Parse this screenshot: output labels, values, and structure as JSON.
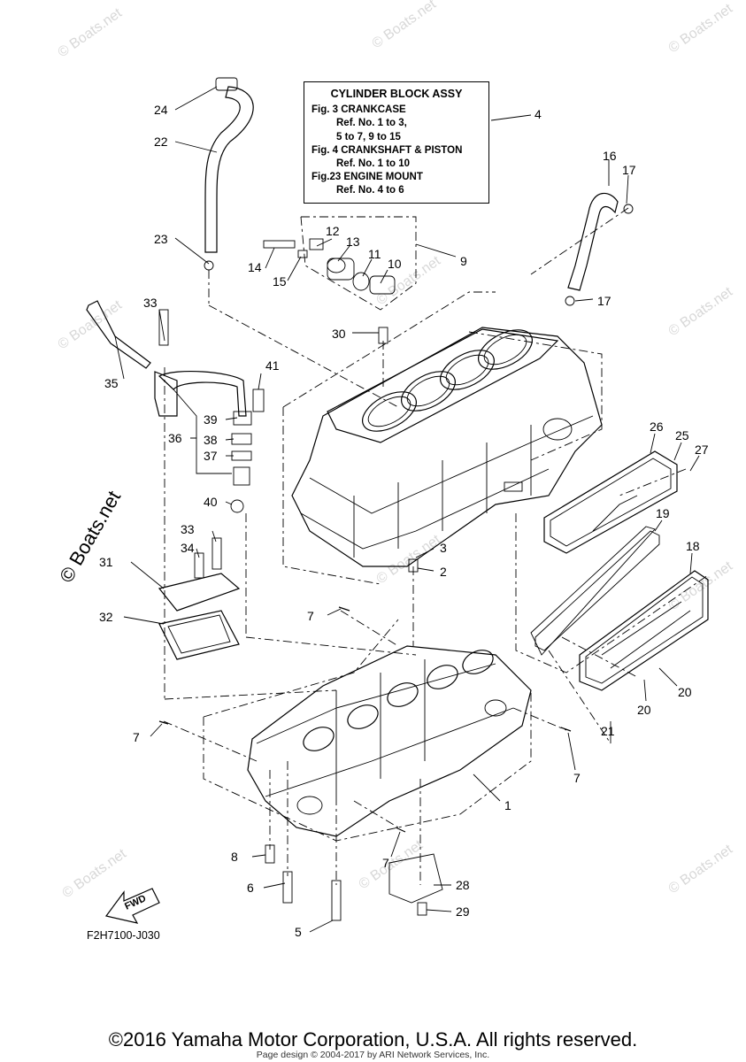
{
  "info_box": {
    "title": "CYLINDER BLOCK ASSY",
    "lines": [
      "Fig.  3 CRANKCASE",
      "Ref. No. 1 to 3,",
      "5 to 7, 9 to 15",
      "Fig.  4 CRANKSHAFT & PISTON",
      "Ref. No. 1 to 10",
      "Fig.23 ENGINE MOUNT",
      "Ref. No. 4 to 6"
    ]
  },
  "callouts": [
    "1",
    "2",
    "3",
    "4",
    "5",
    "6",
    "7",
    "7",
    "7",
    "7",
    "8",
    "9",
    "10",
    "11",
    "12",
    "13",
    "14",
    "15",
    "16",
    "17",
    "17",
    "18",
    "19",
    "20",
    "20",
    "21",
    "22",
    "23",
    "24",
    "25",
    "26",
    "27",
    "28",
    "29",
    "30",
    "31",
    "32",
    "33",
    "33",
    "34",
    "35",
    "36",
    "37",
    "38",
    "39",
    "40",
    "41"
  ],
  "fwd_label": "FWD",
  "figure_code": "F2H7100-J030",
  "watermark": "© Boats.net",
  "copyright": "©2016 Yamaha Motor Corporation, U.S.A. All rights reserved.",
  "page_design": "Page design © 2004-2017 by ARI Network Services, Inc."
}
